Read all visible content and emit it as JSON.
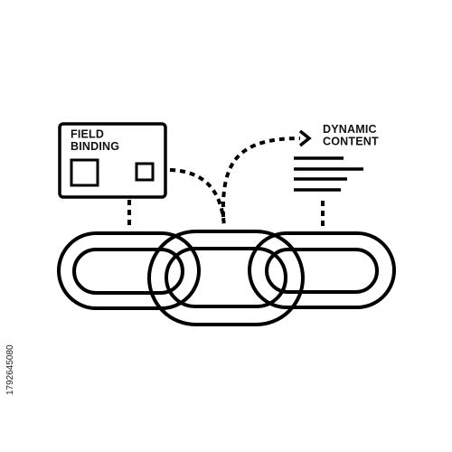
{
  "field_binding": {
    "line1": "FIELD",
    "line2": "BINDING"
  },
  "dynamic_content": {
    "line1": "DYNAMIC",
    "line2": "CONTENT"
  },
  "side_id": "1792645080",
  "colors": {
    "ink": "#000000",
    "background": "#ffffff"
  },
  "icons": [
    "chain-link-icon",
    "field-binding-card-icon",
    "text-lines-icon",
    "arrow-right-icon"
  ]
}
